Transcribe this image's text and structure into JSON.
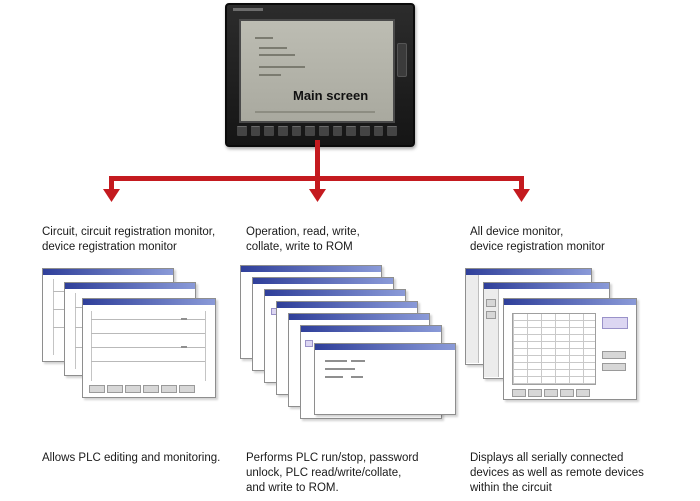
{
  "main_screen": {
    "label": "Main screen"
  },
  "colors": {
    "connector": "#c41a1f",
    "titlebar": "#2f3f9a"
  },
  "columns": [
    {
      "heading_lines": [
        "Circuit, circuit registration monitor,",
        "device registration monitor"
      ],
      "caption_lines": [
        "Allows PLC editing and monitoring."
      ]
    },
    {
      "heading_lines": [
        "Operation, read, write,",
        "collate, write to ROM"
      ],
      "caption_lines": [
        "Performs PLC run/stop, password",
        "unlock, PLC read/write/collate,",
        "and write to ROM."
      ]
    },
    {
      "heading_lines": [
        "All device monitor,",
        "device registration monitor"
      ],
      "caption_lines": [
        "Displays all serially connected",
        "devices as well as remote devices",
        "within the circuit"
      ]
    }
  ]
}
